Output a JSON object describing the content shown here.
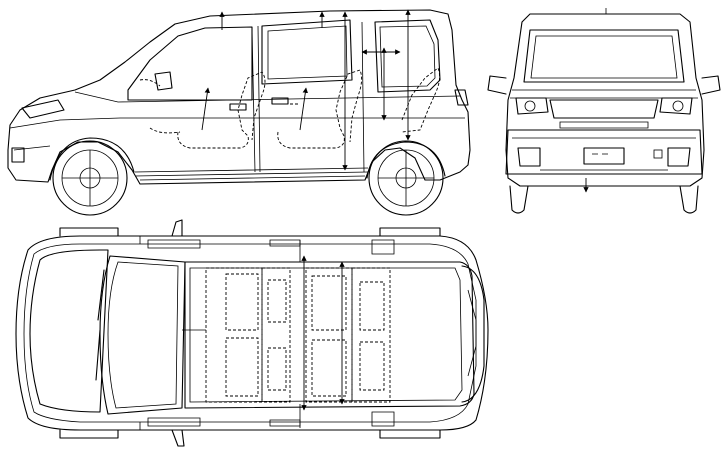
{
  "views": [
    {
      "id": "side",
      "name": "side-view"
    },
    {
      "id": "front",
      "name": "front-view"
    },
    {
      "id": "top",
      "name": "top-view"
    }
  ],
  "colors": {
    "stroke": "#000000",
    "background": "#ffffff"
  }
}
